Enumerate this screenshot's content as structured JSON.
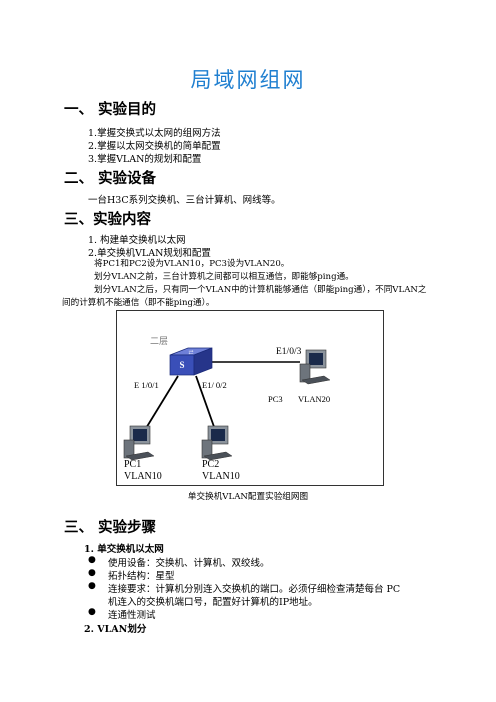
{
  "doc": {
    "title": "局域网组网",
    "s1": {
      "heading": "一、 实验目的",
      "items": [
        "1.掌握交换式以太网的组网方法",
        "2.掌握以太网交换机的简单配置",
        "3.掌握VLAN的规划和配置"
      ]
    },
    "s2": {
      "heading": "二、 实验设备",
      "text": "一台H3C系列交换机、三台计算机、网线等。"
    },
    "s3": {
      "heading": "三、实验内容",
      "items": [
        "1.  构建单交换机以太网",
        "2.单交换机VLAN规划和配置"
      ],
      "p1": "将PC1和PC2设为VLAN10，PC3设为VLAN20。",
      "p2": "划分VLAN之前，三台计算机之间都可以相互通信，即能够ping通。",
      "p3a": "划分VLAN之后，只有同一个VLAN中的计算机能够通信（即能ping通），不同VLAN之",
      "p3b": "间的计算机不能通信（即不能ping通）。"
    },
    "diagram": {
      "switch_label": "二层",
      "port_pc3": "E1/0/3",
      "port_pc1": "E 1/0/1",
      "port_pc2": "E1/ 0/2",
      "pc3_name": "PC3",
      "pc3_vlan": "VLAN20",
      "pc1_name": "PC1",
      "pc1_vlan": "VLAN10",
      "pc2_name": "PC2",
      "pc2_vlan": "VLAN10",
      "caption": "单交换机VLAN配置实验组网图"
    },
    "s4": {
      "heading": "三、 实验步骤",
      "sub1": "1. 单交换机以太网",
      "b1": "使用设备：交换机、计算机、双绞线。",
      "b2": "拓扑结构：星型",
      "b3a": "连接要求：计算机分别连入交换机的端口。必须仔细检查清楚每台 PC",
      "b3b": "机连入的交换机端口号，配置好计算机的IP地址。",
      "b4": "连通性测试",
      "sub2": "2. VLAN划分"
    }
  }
}
